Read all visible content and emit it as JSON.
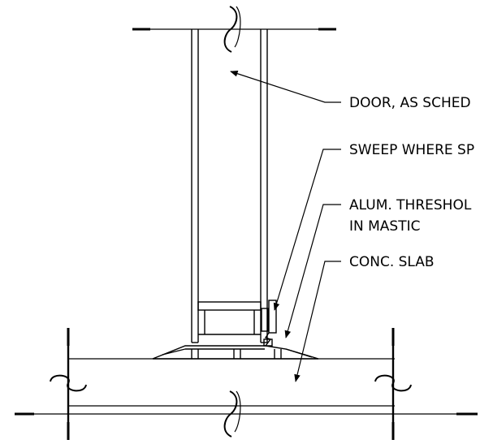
{
  "callouts": {
    "door": "DOOR, AS SCHED",
    "sweep": "SWEEP WHERE SP",
    "threshold_line1": "ALUM. THRESHOL",
    "threshold_line2": "IN MASTIC",
    "slab": "CONC. SLAB"
  },
  "colors": {
    "line": "#000000",
    "background": "#ffffff"
  }
}
